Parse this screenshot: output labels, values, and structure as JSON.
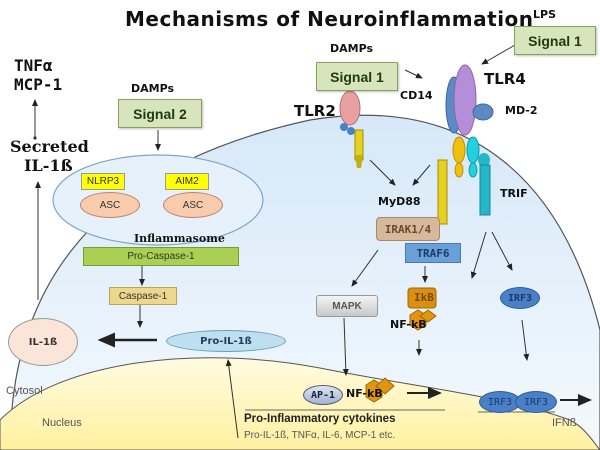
{
  "title": "Mechanisms of Neuroinflammation",
  "secreted": {
    "cytokines_top": [
      "TNFα",
      "MCP-1"
    ],
    "secreted_label": "Secreted",
    "il1b_label": "IL-1ß"
  },
  "signal2": {
    "source": "DAMPs",
    "label": "Signal 2"
  },
  "signal1_damps": {
    "source": "DAMPs",
    "label": "Signal 1"
  },
  "signal1_lps": {
    "source": "LPS",
    "label": "Signal 1"
  },
  "receptors": {
    "tlr2": "TLR2",
    "tlr4": "TLR4",
    "cd14": "CD14",
    "md2": "MD-2"
  },
  "inflammasome": {
    "sensors": [
      "NLRP3",
      "AIM2"
    ],
    "adaptor": "ASC",
    "label": "Inflammasome",
    "pro_caspase": "Pro-Caspase-1",
    "caspase": "Caspase-1"
  },
  "il1b": {
    "mature": "IL-1ß",
    "pro": "Pro-IL-1ß"
  },
  "pathway": {
    "myd88": "MyD88",
    "irak": "IRAK1/4",
    "traf6": "TRAF6",
    "trif": "TRIF",
    "mapk": "MAPK",
    "ikb": "IkB",
    "nfkb": "NF-kB",
    "irf3": "IRF3"
  },
  "nucleus": {
    "cytosol_label": "Cytosol",
    "nucleus_label": "Nucleus",
    "ap1": "AP-1",
    "nfkb": "NF-kB",
    "irf3_dimer": [
      "IRF3",
      "IRF3"
    ],
    "cytokines_heading": "Pro-Inflammatory cytokines",
    "cytokines_list": "Pro-IL-1ß, TNFα, IL-6, MCP-1 etc.",
    "ifnb": "IFNß"
  },
  "colors": {
    "cell_fill": "#e6f1fb",
    "nucleus_fill": "#fff5b8",
    "signal_box": "#d7e4bc",
    "sensor_yellow": "#ffff00",
    "asc_peach": "#f8cbad",
    "pro_caspase_green": "#a9d052",
    "caspase_tan": "#ecd78c",
    "tlr2_pink": "#e8a0a0",
    "tlr4_purple": "#b48ed8",
    "cd14_blue": "#5b8ac4",
    "trif_teal": "#22b8c8",
    "irak_brown": "#d8b89a",
    "traf6_blue": "#6a9fd8",
    "nfkb_orange": "#e0940f",
    "irf3_blue": "#4a80c8"
  }
}
